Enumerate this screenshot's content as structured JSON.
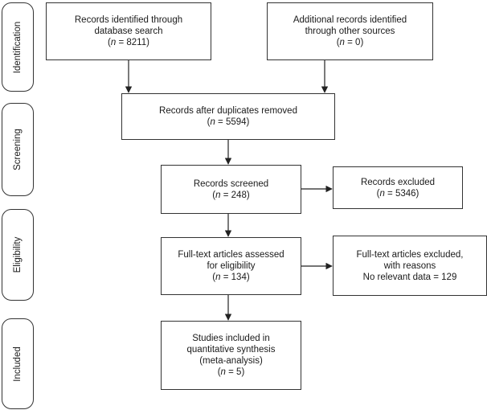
{
  "phases": [
    {
      "label": "Identification"
    },
    {
      "label": "Screening"
    },
    {
      "label": "Eligibility"
    },
    {
      "label": "Included"
    }
  ],
  "boxes": {
    "database": {
      "line1": "Records identified through",
      "line2": "database search",
      "n": "8211"
    },
    "other": {
      "line1": "Additional records identified",
      "line2": "through other sources",
      "n": "0"
    },
    "dedup": {
      "line1": "Records after duplicates removed",
      "n": "5594"
    },
    "screened": {
      "line1": "Records screened",
      "n": "248"
    },
    "excluded": {
      "line1": "Records excluded",
      "n": "5346"
    },
    "fulltext": {
      "line1": "Full-text articles assessed",
      "line2": "for eligibility",
      "n": "134"
    },
    "ft_excluded": {
      "line1": "Full-text articles excluded,",
      "line2": "with reasons",
      "line3": "No relevant data = 129"
    },
    "included": {
      "line1": "Studies included in",
      "line2": "quantitative synthesis",
      "line3": "(meta-analysis)",
      "n": "5"
    }
  }
}
